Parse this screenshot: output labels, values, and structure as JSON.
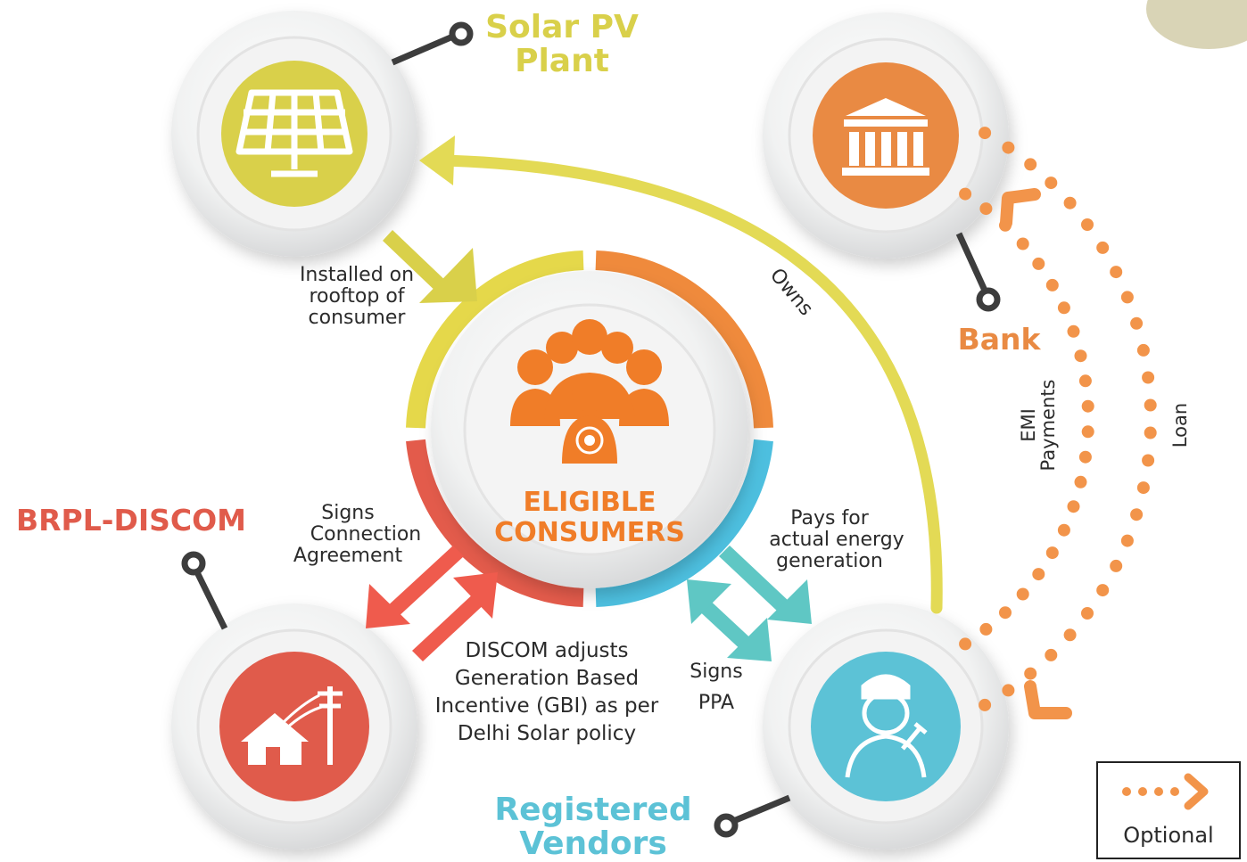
{
  "colors": {
    "solar": "#d9d04a",
    "bank": "#e98a43",
    "discom": "#e05b4b",
    "vendor": "#5cc2d6",
    "consumer": "#f07d28",
    "teal": "#5fc7c4",
    "dark": "#3d3d3d"
  },
  "nodes": {
    "solar": {
      "label_line1": "Solar PV",
      "label_line2": "Plant",
      "icon": "solar-panel-icon"
    },
    "bank": {
      "label": "Bank",
      "icon": "bank-building-icon"
    },
    "discom": {
      "label": "BRPL-DISCOM",
      "icon": "house-power-line-icon"
    },
    "vendors": {
      "label_line1": "Registered",
      "label_line2": "Vendors",
      "icon": "technician-icon"
    },
    "consumers": {
      "label_line1": "ELIGIBLE",
      "label_line2": "CONSUMERS",
      "icon": "consumer-group-icon"
    }
  },
  "edges": {
    "installed": [
      "Installed on",
      "rooftop of",
      "consumer"
    ],
    "owns": "Owns",
    "signs_connection": [
      "Signs",
      "Connection",
      "Agreement"
    ],
    "discom_adjusts": [
      "DISCOM adjusts",
      "Generation Based",
      "Incentive (GBI) as per",
      "Delhi Solar policy"
    ],
    "pays_for": [
      "Pays for",
      "actual energy",
      "generation"
    ],
    "signs_ppa": [
      "Signs",
      "PPA"
    ],
    "emi": [
      "EMI",
      "Payments"
    ],
    "loan": "Loan"
  },
  "legend": {
    "label": "Optional"
  }
}
